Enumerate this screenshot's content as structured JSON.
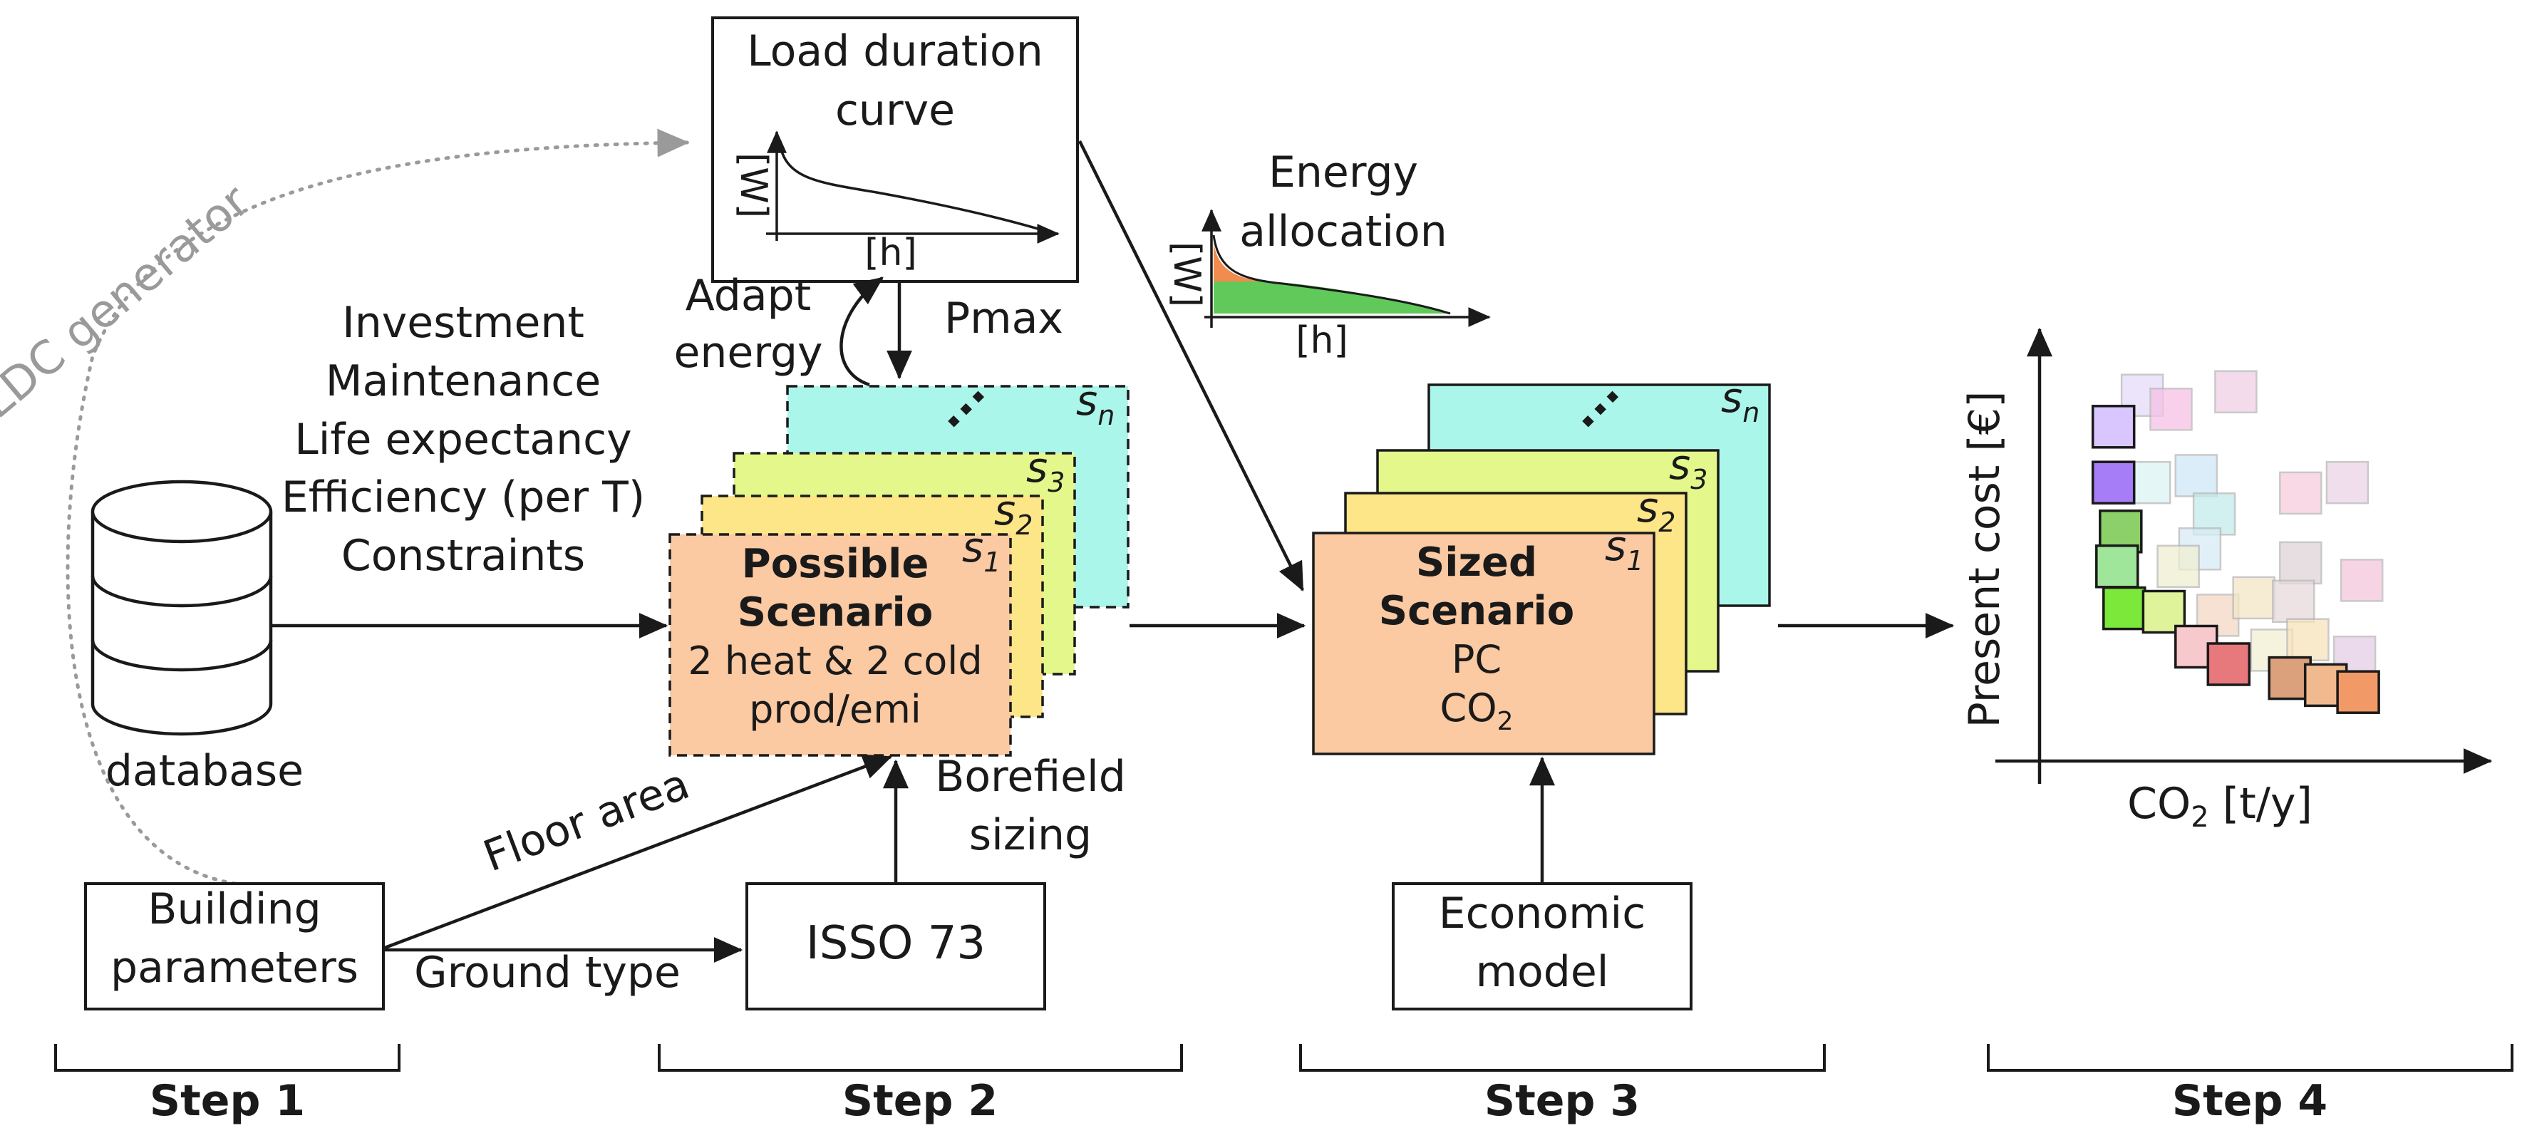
{
  "ldc_generator": "LDC generator",
  "load_duration_curve": {
    "line1": "Load duration",
    "line2": "curve",
    "y_unit": "[W]",
    "x_unit": "[h]"
  },
  "energy_allocation": {
    "line1": "Energy",
    "line2": "allocation",
    "y_unit": "[W]",
    "x_unit": "[h]"
  },
  "feedback": {
    "adapt_line1": "Adapt",
    "adapt_line2": "energy",
    "pmax": "Pmax"
  },
  "database": {
    "label": "database",
    "params": [
      "Investment",
      "Maintenance",
      "Life expectancy",
      "Efficiency (per T)",
      "Constraints"
    ]
  },
  "building": {
    "line1": "Building",
    "line2": "parameters",
    "floor_area": "Floor area",
    "ground_type": "Ground type"
  },
  "isso": {
    "label": "ISSO 73",
    "borefield_line1": "Borefield",
    "borefield_line2": "sizing"
  },
  "possible_scenario": {
    "title1": "Possible",
    "title2": "Scenario",
    "line3": "2 heat & 2 cold",
    "line4": "prod/emi",
    "subs": [
      {
        "base": "s",
        "sub": "1"
      },
      {
        "base": "s",
        "sub": "2"
      },
      {
        "base": "s",
        "sub": "3"
      },
      {
        "base": "s",
        "sub": "n"
      }
    ],
    "colors": {
      "front": "#fbc9a2",
      "yellow": "#fde687",
      "lime": "#e4f78a",
      "cyan": "#abf6ea"
    }
  },
  "sized_scenario": {
    "title1": "Sized",
    "title2": "Scenario",
    "line3": "PC",
    "line4_base": "CO",
    "line4_sub": "2",
    "subs": [
      {
        "base": "s",
        "sub": "1"
      },
      {
        "base": "s",
        "sub": "2"
      },
      {
        "base": "s",
        "sub": "3"
      },
      {
        "base": "s",
        "sub": "n"
      }
    ]
  },
  "economic_model": {
    "line1": "Economic",
    "line2": "model"
  },
  "pareto": {
    "y_label": "Present cost [€]",
    "x_label_base": "CO",
    "x_label_sub": "2",
    "x_label_unit": " [t/y]"
  },
  "steps": [
    "Step 1",
    "Step 2",
    "Step 3",
    "Step 4"
  ],
  "colors": {
    "orange_fill": "#f28b4e",
    "green_fill": "#60c95a",
    "ldc_arrow": "#9a9a9a"
  },
  "chart_data": {
    "type": "scatter",
    "title": "",
    "xlabel": "CO2 [t/y]",
    "ylabel": "Present cost [€]",
    "note": "axes carry no tick values; points are read on an unscaled 0-100 grid",
    "xlim": [
      0,
      100
    ],
    "ylim": [
      0,
      100
    ],
    "series": [
      {
        "name": "",
        "points": [
          {
            "x": 14,
            "y": 88,
            "color": "#d9c6ff",
            "opaque": true
          },
          {
            "x": 14,
            "y": 72,
            "color": "#a77cf7",
            "opaque": true
          },
          {
            "x": 16,
            "y": 58,
            "color": "#8bd068",
            "opaque": true
          },
          {
            "x": 15,
            "y": 48,
            "color": "#9fe69b",
            "opaque": true
          },
          {
            "x": 17,
            "y": 36,
            "color": "#7ce83a",
            "opaque": true
          },
          {
            "x": 28,
            "y": 35,
            "color": "#dff39a",
            "opaque": true
          },
          {
            "x": 37,
            "y": 25,
            "color": "#f7c8cc",
            "opaque": true
          },
          {
            "x": 46,
            "y": 20,
            "color": "#e7787c",
            "opaque": true
          },
          {
            "x": 63,
            "y": 16,
            "color": "#dba07c",
            "opaque": true
          },
          {
            "x": 73,
            "y": 14,
            "color": "#f1b98e",
            "opaque": true
          },
          {
            "x": 82,
            "y": 12,
            "color": "#f19a67",
            "opaque": true
          },
          {
            "x": 22,
            "y": 97,
            "color": "#e5dbf9",
            "opaque": false
          },
          {
            "x": 30,
            "y": 93,
            "color": "#f6c1e6",
            "opaque": false
          },
          {
            "x": 48,
            "y": 98,
            "color": "#efd0e6",
            "opaque": false
          },
          {
            "x": 24,
            "y": 72,
            "color": "#dcf3f3",
            "opaque": false
          },
          {
            "x": 37,
            "y": 74,
            "color": "#cfe7f6",
            "opaque": false
          },
          {
            "x": 42,
            "y": 63,
            "color": "#c4ecea",
            "opaque": false
          },
          {
            "x": 38,
            "y": 53,
            "color": "#d6ecf4",
            "opaque": false
          },
          {
            "x": 32,
            "y": 48,
            "color": "#f0efd2",
            "opaque": false
          },
          {
            "x": 43,
            "y": 34,
            "color": "#f4d8c4",
            "opaque": false
          },
          {
            "x": 53,
            "y": 39,
            "color": "#f4e6c6",
            "opaque": false
          },
          {
            "x": 58,
            "y": 24,
            "color": "#f2f0d4",
            "opaque": false
          },
          {
            "x": 66,
            "y": 49,
            "color": "#e0d4d8",
            "opaque": false
          },
          {
            "x": 64,
            "y": 38,
            "color": "#e7dadc",
            "opaque": false
          },
          {
            "x": 68,
            "y": 27,
            "color": "#f8e3bc",
            "opaque": false
          },
          {
            "x": 66,
            "y": 69,
            "color": "#f6cddd",
            "opaque": false
          },
          {
            "x": 79,
            "y": 72,
            "color": "#ecd4e6",
            "opaque": false
          },
          {
            "x": 83,
            "y": 44,
            "color": "#f5c6da",
            "opaque": false
          },
          {
            "x": 81,
            "y": 22,
            "color": "#e5cde6",
            "opaque": false
          }
        ]
      }
    ]
  }
}
